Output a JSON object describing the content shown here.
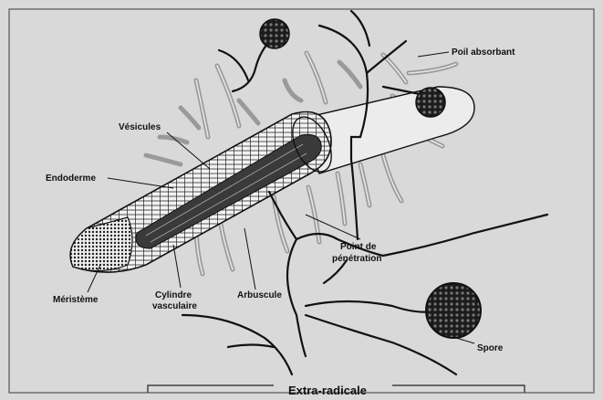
{
  "labels": {
    "poil_absorbant": "Poil absorbant",
    "vesicules": "Vésicules",
    "endoderme": "Endoderme",
    "meristeme": "Méristème",
    "cylindre_line1": "Cylindre",
    "cylindre_line2": "vasculaire",
    "arbuscule": "Arbuscule",
    "point_line1": "Point de",
    "point_line2": "pénétration",
    "spore": "Spore",
    "extra_radicale": "Extra-radicale"
  },
  "colors": {
    "background": "#d9d9d9",
    "ink": "#111111",
    "root_fill": "#efefef",
    "hair_fill": "#bdbdbd"
  }
}
